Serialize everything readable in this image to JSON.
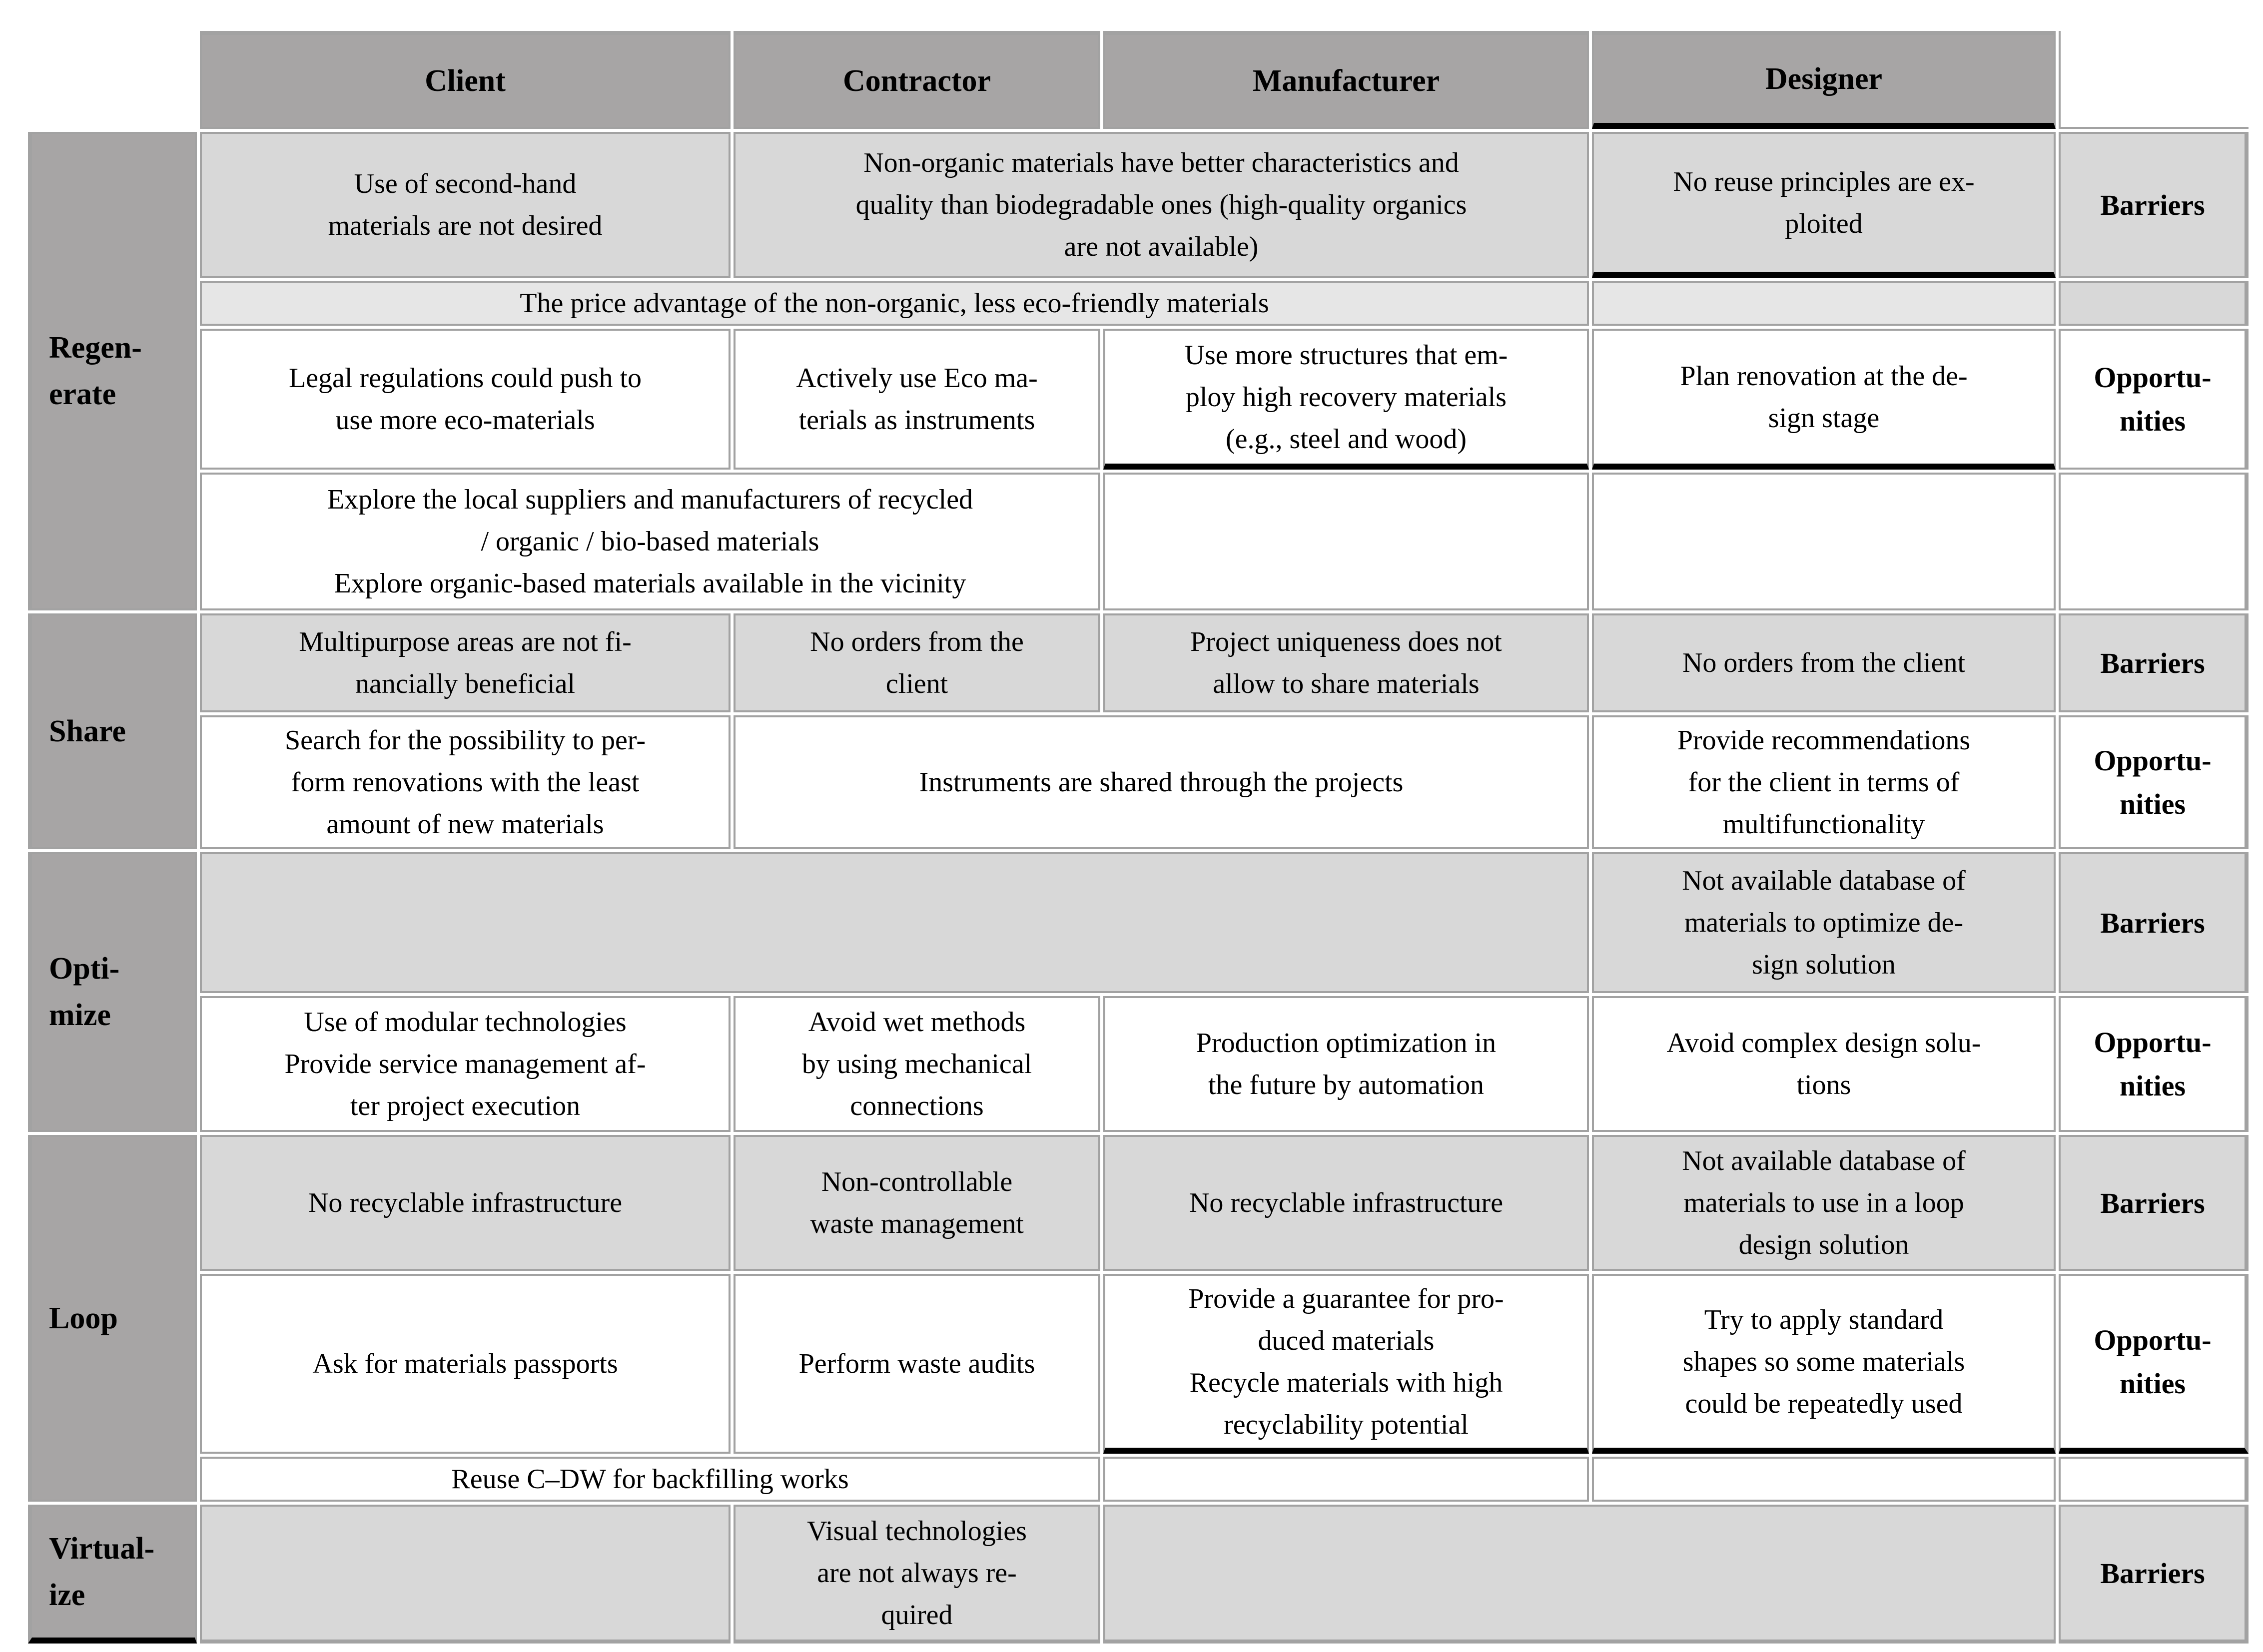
{
  "palette": {
    "header_fill": "#a7a5a5",
    "group_column_fill": "#a7a5a5",
    "barriers_row_fill": "#d8d8d8",
    "price_row_fill": "#e6e6e6",
    "opportunities_row_fill": "#ffffff",
    "grid_border": "#a2a2a2",
    "accent_border": "#000000",
    "text": "#000000"
  },
  "table": {
    "header": {
      "client": "Client",
      "contractor": "Contractor",
      "manufacturer": "Manufacturer",
      "designer": "Designer"
    },
    "groups": {
      "regenerate": {
        "label": "Regen-\nerate",
        "barriers": {
          "client": "Use of second-hand\nmaterials are not desired",
          "contractor_manufacturer": "Non-organic materials have better characteristics and\nquality than biodegradable ones (high-quality organics\nare not available)",
          "designer": "No reuse principles are ex-\nploited",
          "tag": "Barriers"
        },
        "price_row": {
          "client_to_manufacturer": "The price advantage of the non-organic, less eco-friendly materials"
        },
        "opportunities": {
          "client": "Legal regulations could push to\nuse more eco-materials",
          "contractor": "Actively use Eco ma-\nterials as instruments",
          "manufacturer": "Use more structures that em-\nploy high recovery materials\n(e.g., steel and wood)",
          "designer": "Plan renovation at the de-\nsign stage",
          "tag": "Opportu-\nnities"
        },
        "explore_row": {
          "client_contractor": "Explore the local suppliers and manufacturers of recycled\n/ organic / bio-based materials\nExplore organic-based materials available in the vicinity"
        }
      },
      "share": {
        "label": "Share",
        "barriers": {
          "client": "Multipurpose areas are not fi-\nnancially beneficial",
          "contractor": "No orders from the\nclient",
          "manufacturer": "Project uniqueness does not\nallow to share materials",
          "designer": "No orders from the client",
          "tag": "Barriers"
        },
        "opportunities": {
          "client": "Search for the possibility to per-\nform renovations with the least\namount of new materials",
          "contractor_manufacturer": "Instruments are shared through the projects",
          "designer": "Provide recommendations\nfor the client in terms of\nmultifunctionality",
          "tag": "Opportu-\nnities"
        }
      },
      "optimize": {
        "label": "Opti-\nmize",
        "barriers": {
          "client_to_manufacturer": "",
          "designer": "Not available database of\nmaterials to optimize de-\nsign solution",
          "tag": "Barriers"
        },
        "opportunities": {
          "client": "Use of modular technologies\nProvide service management af-\nter project execution",
          "contractor": "Avoid wet methods\nby using mechanical\nconnections",
          "manufacturer": "Production optimization in\nthe future by automation",
          "designer": "Avoid complex design solu-\ntions",
          "tag": "Opportu-\nnities"
        }
      },
      "loop": {
        "label": "Loop",
        "barriers": {
          "client": "No recyclable infrastructure",
          "contractor": "Non-controllable\nwaste management",
          "manufacturer": "No recyclable infrastructure",
          "designer": "Not available database of\nmaterials to use in a loop\ndesign solution",
          "tag": "Barriers"
        },
        "opportunities": {
          "client": "Ask for materials passports",
          "contractor": "Perform waste audits",
          "manufacturer": "Provide a guarantee for pro-\nduced materials\nRecycle materials with high\nrecyclability potential",
          "designer": "Try to apply standard\nshapes so some materials\ncould be repeatedly used",
          "tag": "Opportu-\nnities"
        },
        "reuse_row": {
          "client_contractor": "Reuse C–DW for backfilling works"
        }
      },
      "virtualize": {
        "label": "Virtual-\nize",
        "barriers": {
          "client": "",
          "contractor": "Visual technologies\nare not always re-\nquired",
          "manufacturer_designer": "",
          "tag": "Barriers"
        }
      }
    }
  }
}
